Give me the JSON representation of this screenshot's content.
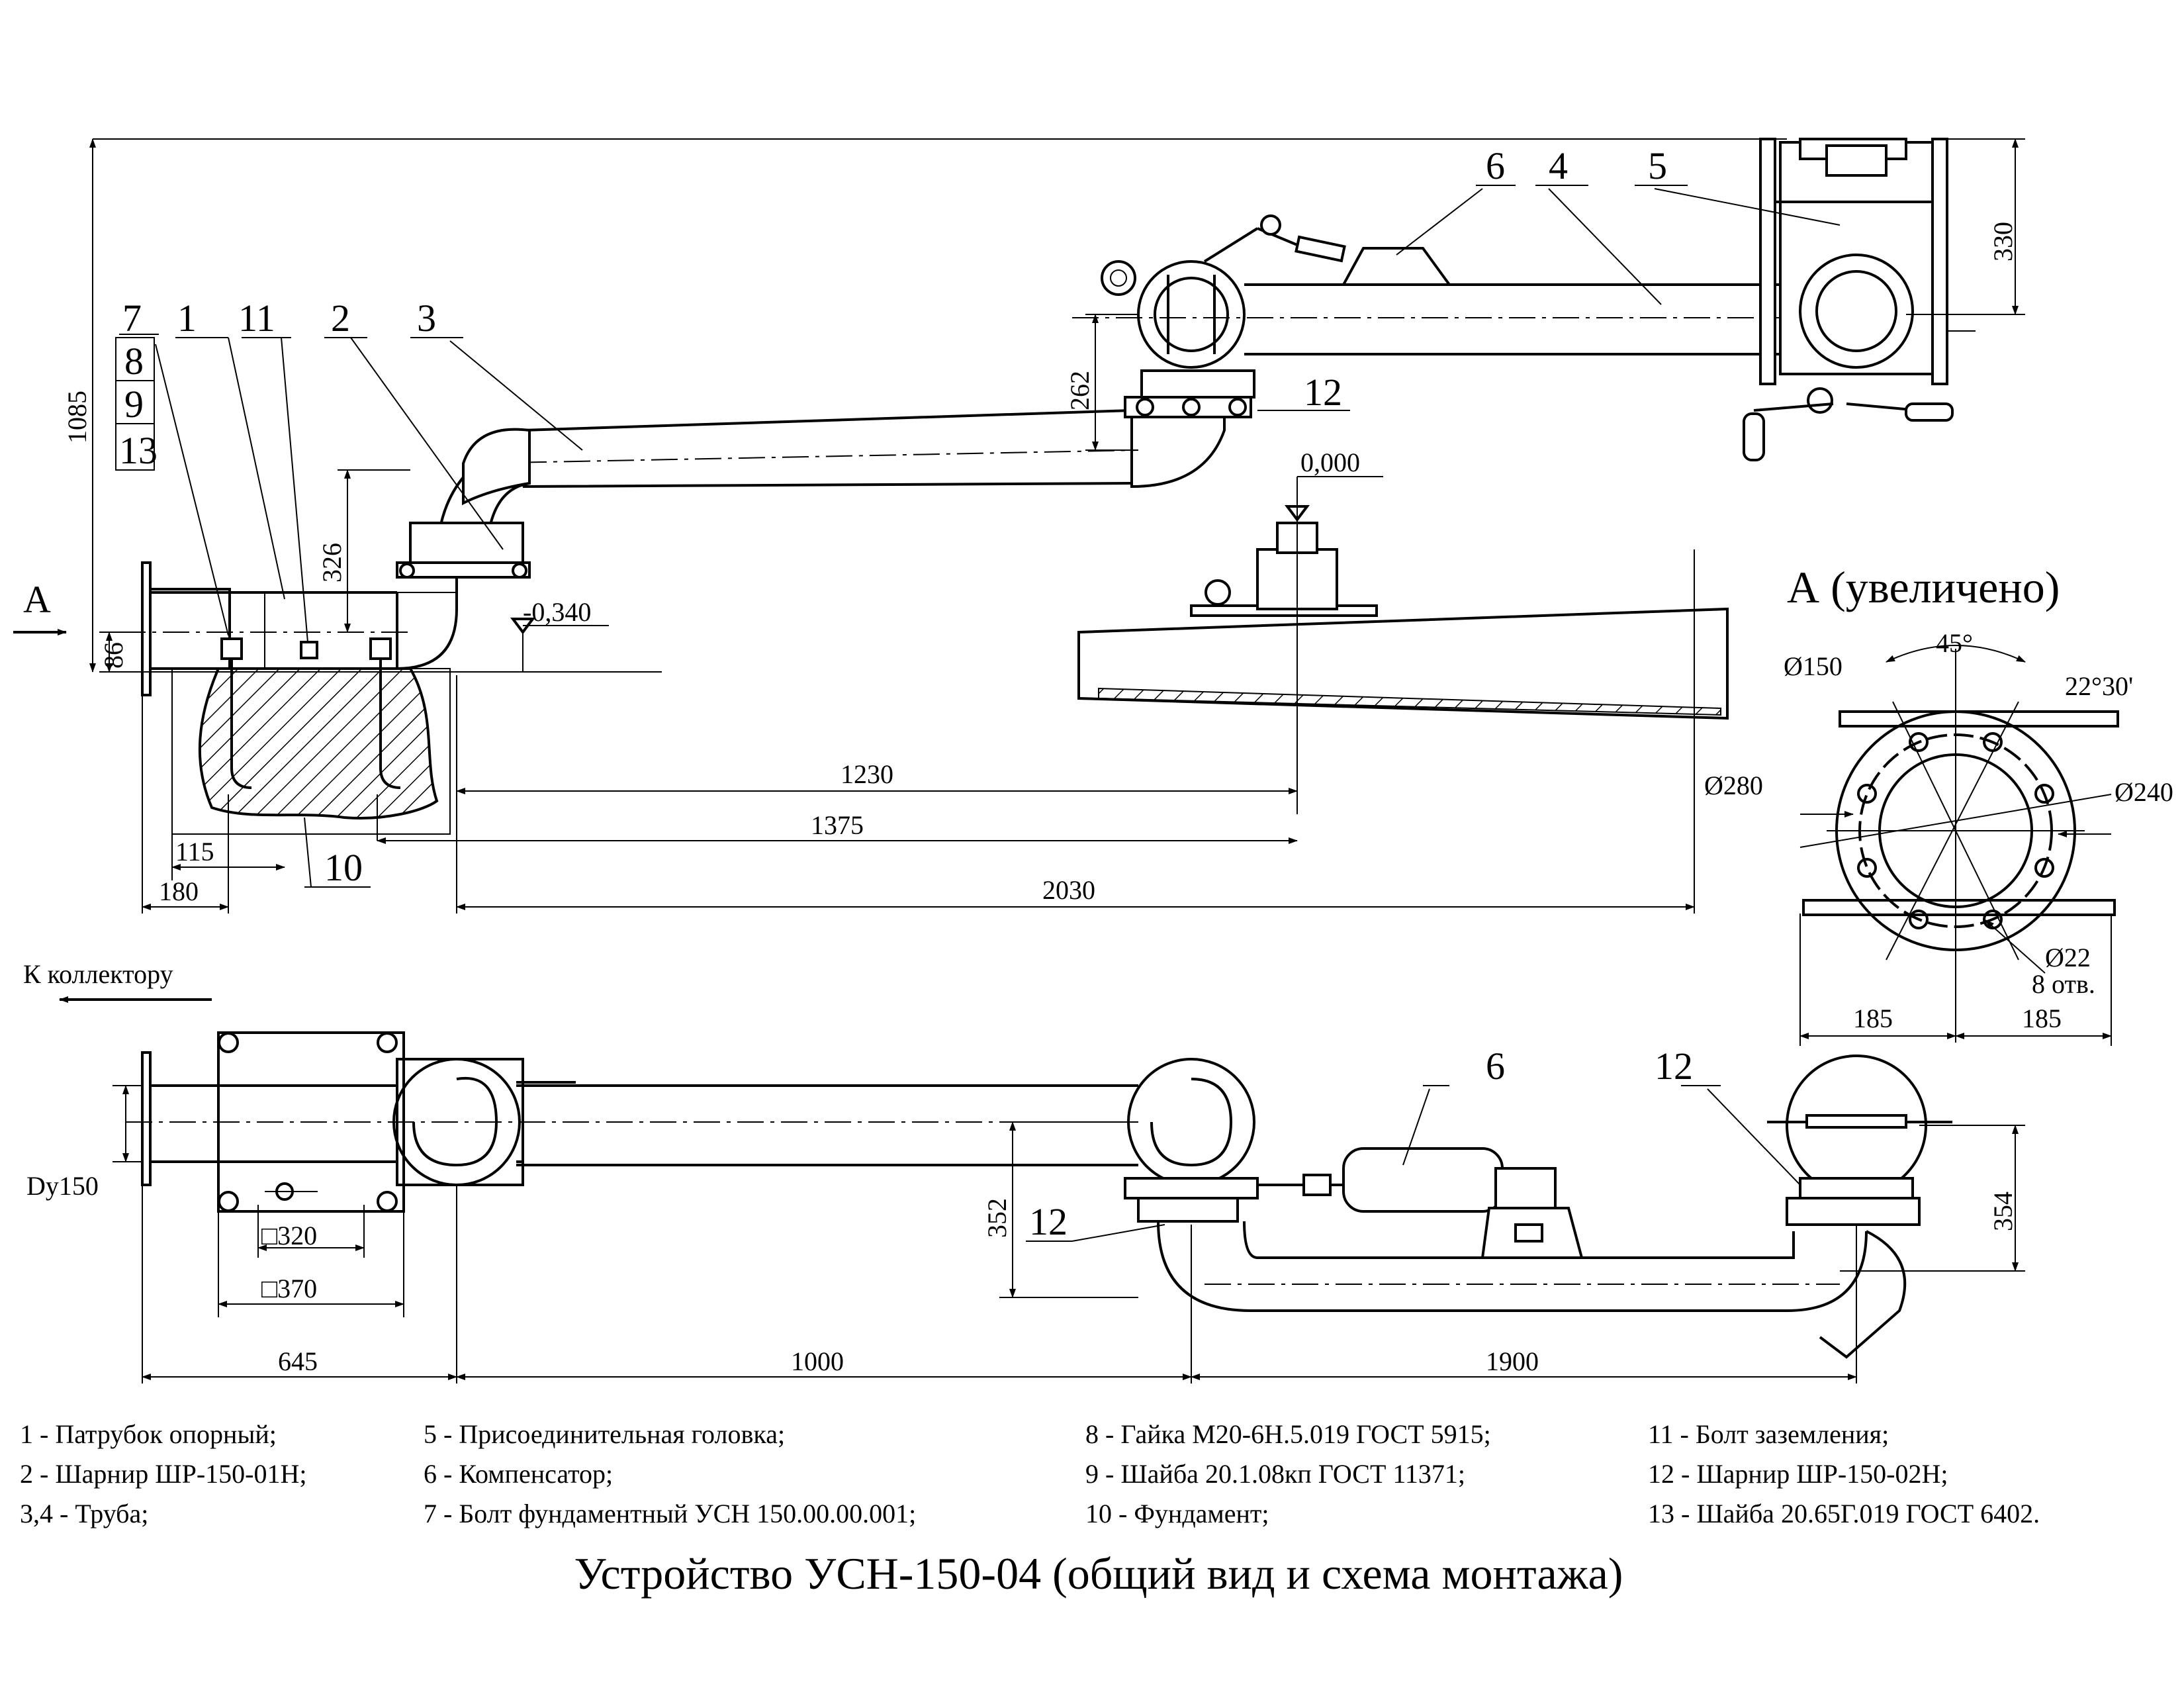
{
  "title": "Устройство УСН-150-04 (общий вид и схема монтажа)",
  "view_a_title": "А (увеличено)",
  "view_arrow": "А",
  "direction_note": "К коллектору",
  "part_labels": {
    "p7": "7",
    "p8": "8",
    "p9": "9",
    "p13": "13",
    "p1": "1",
    "p11": "11",
    "p2": "2",
    "p3": "3",
    "p6top": "6",
    "p4": "4",
    "p5": "5",
    "p12top": "12",
    "p10": "10",
    "p6bottom": "6",
    "p12bottom": "12",
    "p12left": "12"
  },
  "dimensions": {
    "d1085": "1085",
    "d86": "86",
    "d326": "326",
    "d262": "262",
    "d330": "330",
    "level0": "0,000",
    "level_m340": "-0,340",
    "d1230": "1230",
    "d1375": "1375",
    "d2030": "2030",
    "d115": "115",
    "d180": "180",
    "ang45": "45°",
    "ang22": "22°30'",
    "dia150": "Ø150",
    "dia280": "Ø280",
    "dia240": "Ø240",
    "dia22": "Ø22",
    "holes": "8 отв.",
    "d185a": "185",
    "d185b": "185",
    "dy150": "Dy150",
    "sq320": "□320",
    "sq370": "□370",
    "d352": "352",
    "d354": "354",
    "d645": "645",
    "d1000": "1000",
    "d1900": "1900"
  },
  "legend": {
    "col1": [
      "1 - Патрубок опорный;",
      "2 - Шарнир ШР-150-01Н;",
      "3,4 - Труба;"
    ],
    "col2": [
      "5 - Присоединительная головка;",
      "6 - Компенсатор;",
      "7 - Болт фундаментный УСН 150.00.00.001;"
    ],
    "col3": [
      "8 - Гайка М20-6Н.5.019 ГОСТ 5915;",
      "9 - Шайба 20.1.08кп ГОСТ 11371;",
      "10 - Фундамент;"
    ],
    "col4": [
      "11 - Болт заземления;",
      "12 - Шарнир ШР-150-02Н;",
      "13 - Шайба 20.65Г.019 ГОСТ 6402."
    ]
  }
}
